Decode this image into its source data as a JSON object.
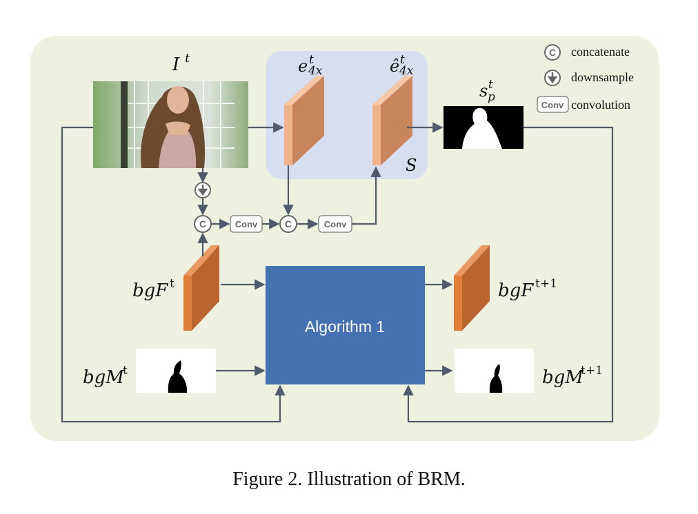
{
  "legend": {
    "concatenate_symbol": "C",
    "concatenate_label": "concatenate",
    "downsample_label": "downsample",
    "conv_box": "Conv",
    "convolution_label": "convolution"
  },
  "labels": {
    "input_base": "I",
    "input_sup": "t",
    "e4x_base": "e",
    "e4x_sup": "t",
    "e4x_sub": "4x",
    "ehat4x_base": "ê",
    "ehat4x_sup": "t",
    "ehat4x_sub": "4x",
    "s_block": "S",
    "sp_base": "s",
    "sp_sup": "t",
    "sp_sub": "p",
    "bgF_in_base": "bgF",
    "bgF_in_sup": "t",
    "bgF_out_base": "bgF",
    "bgF_out_sup": "t+1",
    "bgM_in_base": "bgM",
    "bgM_in_sup": "t",
    "bgM_out_base": "bgM",
    "bgM_out_sup": "t+1",
    "conv1": "Conv",
    "conv2": "Conv",
    "concat1": "C",
    "concat2": "C"
  },
  "algorithm_box": "Algorithm 1",
  "caption": "Figure 2. Illustration of BRM.",
  "colors": {
    "background_panel": "#eff1e0",
    "s_block": "#d7deef",
    "feature_light": "#f1b38a",
    "feature_brown": "#c9865d",
    "bg_feature": "#d67a3d",
    "algorithm": "#4472b0",
    "connector": "#4f5a6b"
  }
}
